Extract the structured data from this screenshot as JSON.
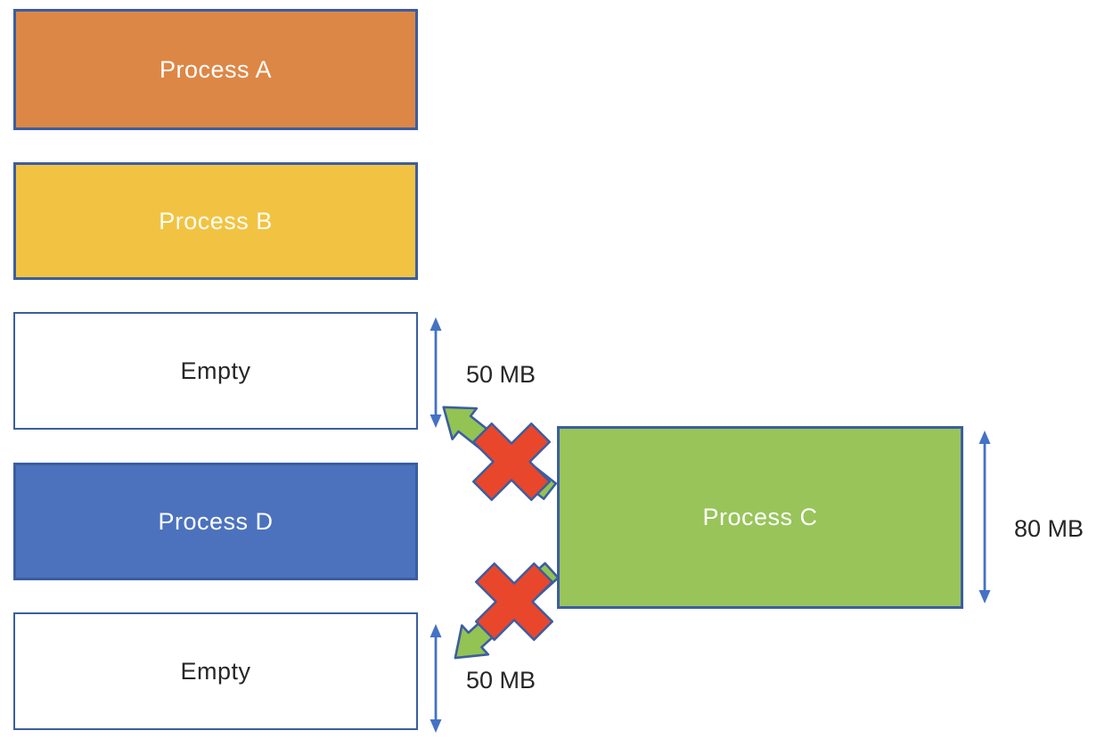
{
  "diagram": {
    "description": "Memory fragmentation diagram: Process C cannot fit into either empty 50 MB slot",
    "memory_blocks": [
      {
        "label": "Process A",
        "fill": "#dd8746",
        "text_color": "#ffffff"
      },
      {
        "label": "Process B",
        "fill": "#f2c342",
        "text_color": "#fffdf5"
      },
      {
        "label": "Empty",
        "fill": "#ffffff",
        "text_color": "#262626"
      },
      {
        "label": "Process D",
        "fill": "#4c72be",
        "text_color": "#ffffff"
      },
      {
        "label": "Empty",
        "fill": "#ffffff",
        "text_color": "#262626"
      }
    ],
    "incoming_process": {
      "label": "Process C",
      "fill": "#98c45a",
      "text_color": "#ffffff",
      "size_label": "80 MB"
    },
    "gap_labels": {
      "top": "50 MB",
      "bottom": "50 MB"
    },
    "colors": {
      "box_border": "#3c5da0",
      "measure_arrow": "#4472c4",
      "move_arrow_fill": "#92c353",
      "move_arrow_outline": "#3c5da0",
      "cross_fill": "#e8472c",
      "cross_outline": "#3c5da0",
      "label_text": "#262626"
    }
  }
}
